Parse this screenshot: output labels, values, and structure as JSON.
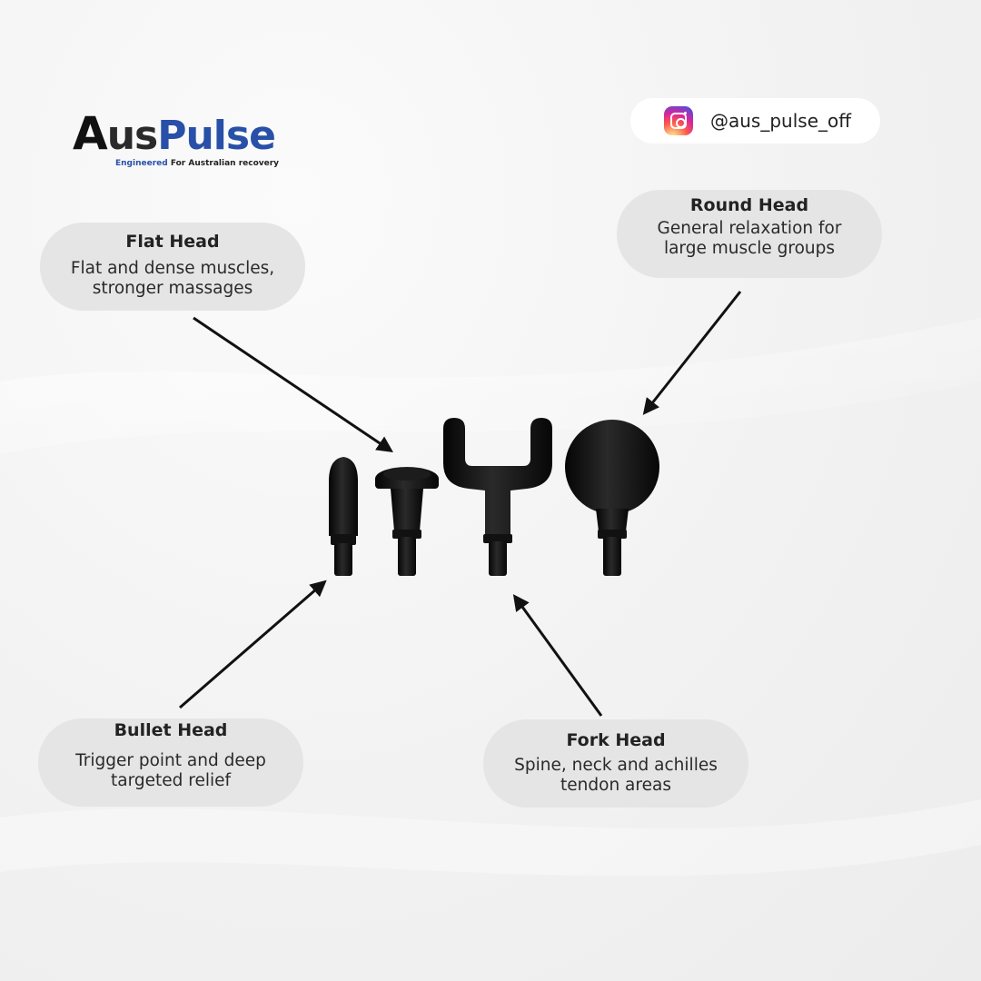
{
  "brand": {
    "logo_a": "A",
    "logo_us": "us",
    "logo_pulse": "Pulse",
    "tagline_highlight": "Engineered",
    "tagline_rest": "For Australian recovery"
  },
  "social": {
    "icon": "instagram-icon",
    "handle": "@aus_pulse_off"
  },
  "callouts": {
    "flat": {
      "title": "Flat Head",
      "desc": "Flat and dense muscles,\nstronger massages"
    },
    "round": {
      "title": "Round Head",
      "desc": "General relaxation for\nlarge muscle groups"
    },
    "bullet": {
      "title": "Bullet Head",
      "desc": "Trigger point and deep\ntargeted relief"
    },
    "fork": {
      "title": "Fork Head",
      "desc": "Spine, neck and achilles\ntendon areas"
    }
  },
  "colors": {
    "brand_blue": "#2850a8",
    "callout_bg": "#e5e5e5",
    "product_black": "#111111"
  }
}
